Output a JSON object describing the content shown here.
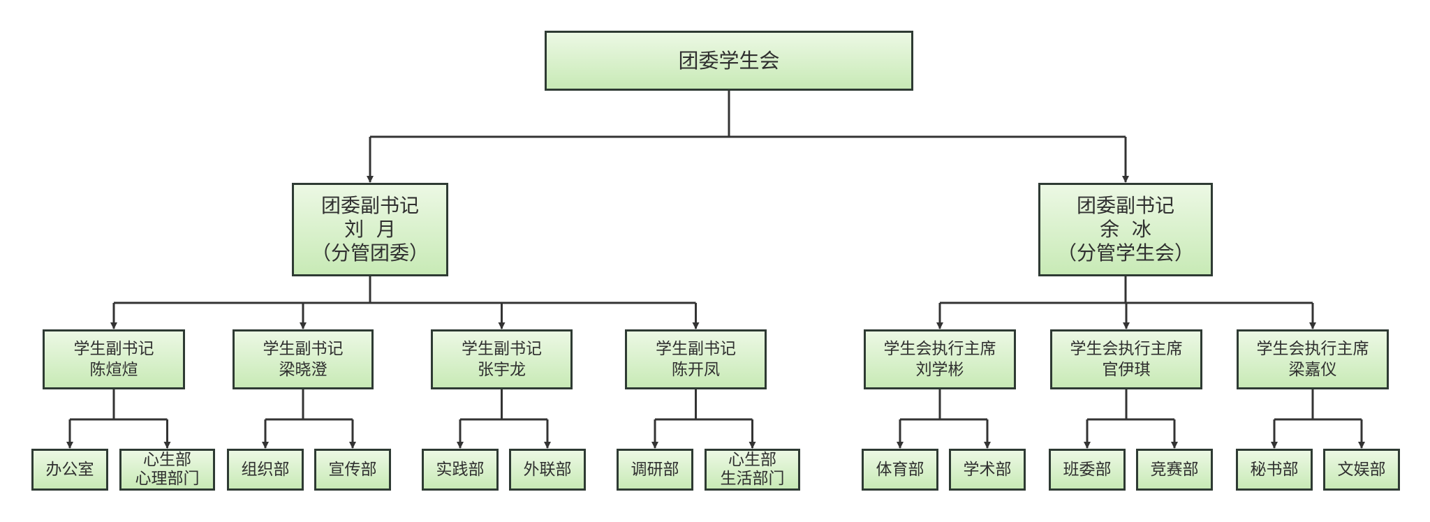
{
  "colors": {
    "node_fill_top": "#ecf8e4",
    "node_fill_bottom": "#c8eab6",
    "border": "#2e3a33",
    "line": "#333333",
    "text": "#2f2f2f"
  },
  "root": {
    "lines": [
      "团委学生会"
    ]
  },
  "secretaries": [
    {
      "lines": [
        "团委副书记",
        "刘  月",
        "（分管团委）"
      ]
    },
    {
      "lines": [
        "团委副书记",
        "余  冰",
        "（分管学生会）"
      ]
    }
  ],
  "leads": [
    {
      "lines": [
        "学生副书记",
        "陈煊煊"
      ]
    },
    {
      "lines": [
        "学生副书记",
        "梁晓澄"
      ]
    },
    {
      "lines": [
        "学生副书记",
        "张宇龙"
      ]
    },
    {
      "lines": [
        "学生副书记",
        "陈开凤"
      ]
    },
    {
      "lines": [
        "学生会执行主席",
        "刘学彬"
      ]
    },
    {
      "lines": [
        "学生会执行主席",
        "官伊琪"
      ]
    },
    {
      "lines": [
        "学生会执行主席",
        "梁嘉仪"
      ]
    }
  ],
  "departments": [
    {
      "lines": [
        "办公室"
      ]
    },
    {
      "lines": [
        "心生部",
        "心理部门"
      ]
    },
    {
      "lines": [
        "组织部"
      ]
    },
    {
      "lines": [
        "宣传部"
      ]
    },
    {
      "lines": [
        "实践部"
      ]
    },
    {
      "lines": [
        "外联部"
      ]
    },
    {
      "lines": [
        "调研部"
      ]
    },
    {
      "lines": [
        "心生部",
        "生活部门"
      ]
    },
    {
      "lines": [
        "体育部"
      ]
    },
    {
      "lines": [
        "学术部"
      ]
    },
    {
      "lines": [
        "班委部"
      ]
    },
    {
      "lines": [
        "竞赛部"
      ]
    },
    {
      "lines": [
        "秘书部"
      ]
    },
    {
      "lines": [
        "文娱部"
      ]
    }
  ]
}
